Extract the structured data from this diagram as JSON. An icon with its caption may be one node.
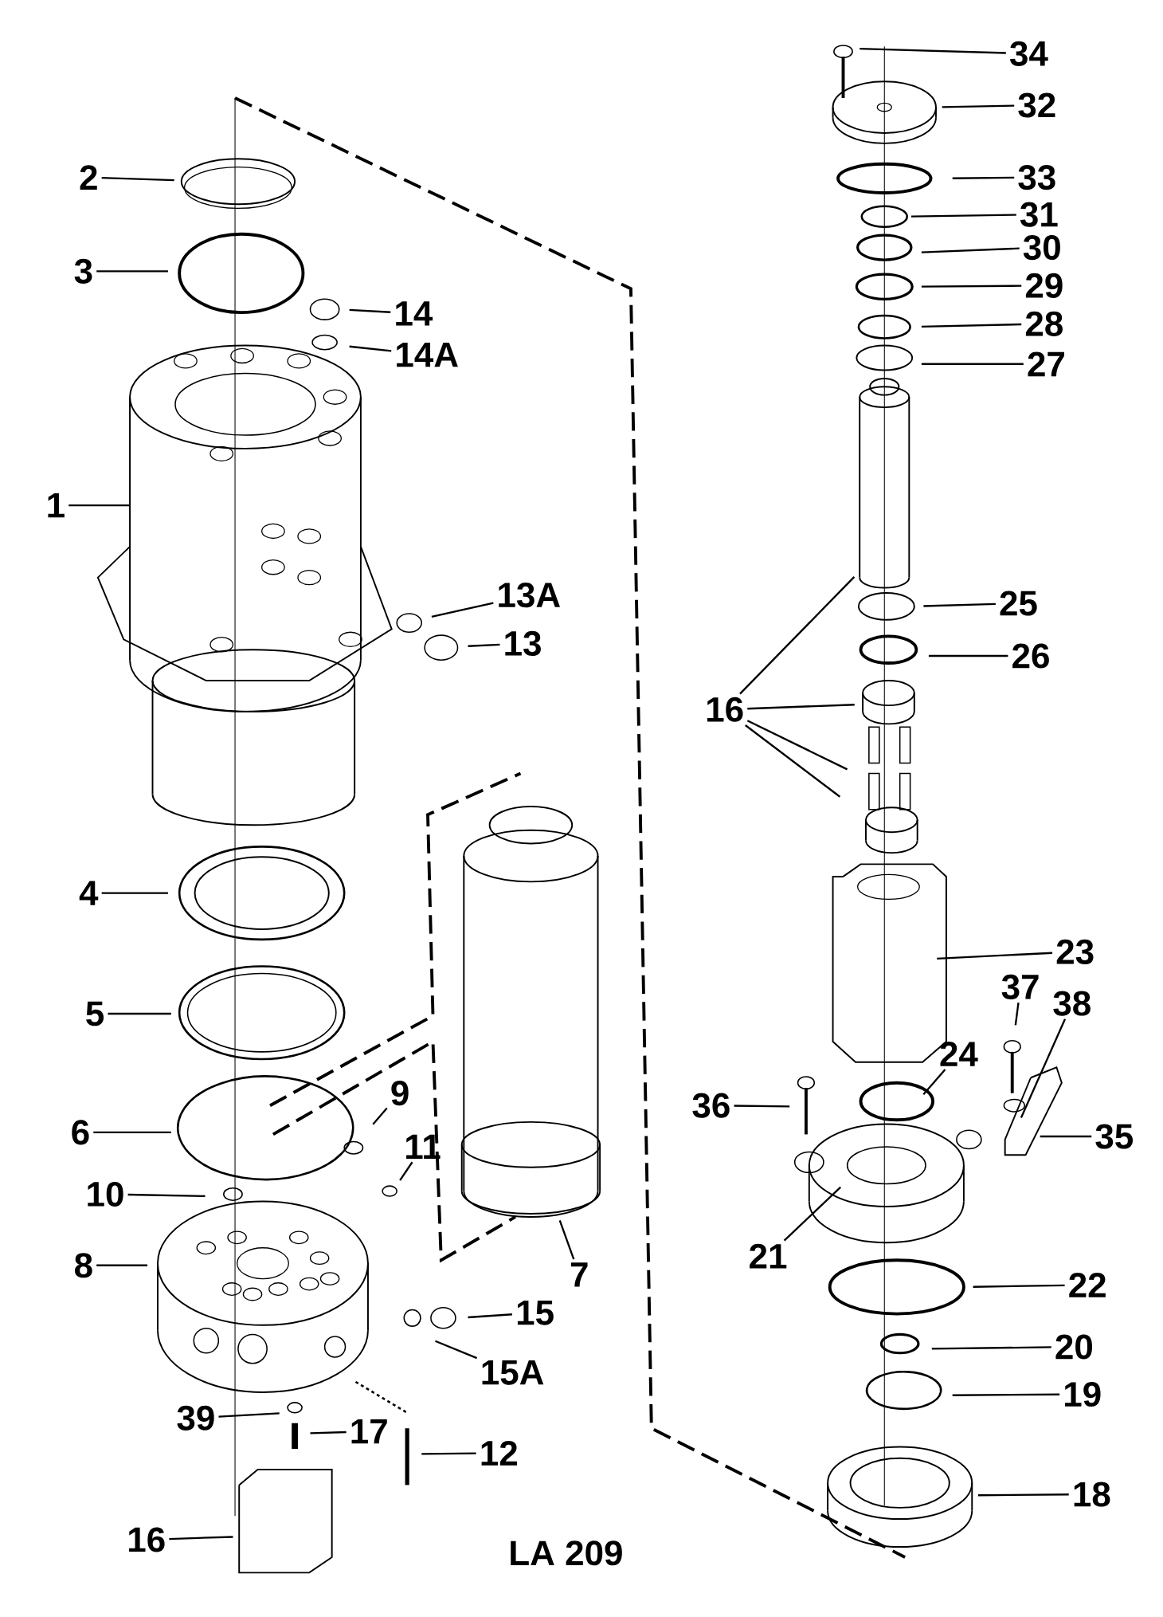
{
  "diagram": {
    "nodes": [
      {
        "text": [
          "34"
        ]
      },
      {
        "text": [
          "32"
        ]
      },
      {
        "text": [
          "2"
        ]
      },
      {
        "text": [
          "33"
        ]
      },
      {
        "text": [
          "31"
        ]
      },
      {
        "text": [
          "30"
        ]
      },
      {
        "text": [
          "3"
        ]
      },
      {
        "text": [
          "29"
        ]
      },
      {
        "text": [
          "14"
        ]
      },
      {
        "text": [
          "28"
        ]
      },
      {
        "text": [
          "14A"
        ]
      },
      {
        "text": [
          "27"
        ]
      },
      {
        "text": [
          "1"
        ]
      },
      {
        "text": [
          "13A"
        ]
      },
      {
        "text": [
          "25"
        ]
      },
      {
        "text": [
          "13"
        ]
      },
      {
        "text": [
          "26"
        ]
      },
      {
        "text": [
          "16"
        ]
      },
      {
        "text": [
          "4"
        ]
      },
      {
        "text": [
          "23"
        ]
      },
      {
        "text": [
          "37"
        ]
      },
      {
        "text": [
          "38"
        ]
      },
      {
        "text": [
          "5"
        ]
      },
      {
        "text": [
          "24"
        ]
      },
      {
        "text": [
          "9"
        ]
      },
      {
        "text": [
          "36"
        ]
      },
      {
        "text": [
          "6"
        ]
      },
      {
        "text": [
          "35"
        ]
      },
      {
        "text": [
          "11"
        ]
      },
      {
        "text": [
          "10"
        ]
      },
      {
        "text": [
          "8"
        ]
      },
      {
        "text": [
          "21"
        ]
      },
      {
        "text": [
          "7"
        ]
      },
      {
        "text": [
          "22"
        ]
      },
      {
        "text": [
          "15"
        ]
      },
      {
        "text": [
          "20"
        ]
      },
      {
        "text": [
          "15A"
        ]
      },
      {
        "text": [
          "19"
        ]
      },
      {
        "text": [
          "39"
        ]
      },
      {
        "text": [
          "17"
        ]
      },
      {
        "text": [
          "12"
        ]
      },
      {
        "text": [
          "18"
        ]
      },
      {
        "text": [
          "16"
        ]
      }
    ],
    "edges": [
      {
        "from": 0,
        "to": null,
        "arrow": "none"
      },
      {
        "from": 1,
        "to": null,
        "arrow": "none"
      },
      {
        "from": 2,
        "to": null,
        "arrow": "none"
      },
      {
        "from": 3,
        "to": null,
        "arrow": "none"
      },
      {
        "from": 4,
        "to": null,
        "arrow": "none"
      },
      {
        "from": 5,
        "to": null,
        "arrow": "none"
      },
      {
        "from": 6,
        "to": null,
        "arrow": "none"
      },
      {
        "from": 7,
        "to": null,
        "arrow": "none"
      },
      {
        "from": 8,
        "to": null,
        "arrow": "none"
      },
      {
        "from": 9,
        "to": null,
        "arrow": "none"
      },
      {
        "from": 10,
        "to": null,
        "arrow": "none"
      },
      {
        "from": 11,
        "to": null,
        "arrow": "none"
      },
      {
        "from": 12,
        "to": null,
        "arrow": "none"
      },
      {
        "from": 13,
        "to": null,
        "arrow": "none"
      },
      {
        "from": 14,
        "to": null,
        "arrow": "none"
      },
      {
        "from": 15,
        "to": null,
        "arrow": "none"
      },
      {
        "from": 16,
        "to": null,
        "arrow": "none"
      },
      {
        "from": 17,
        "to": null,
        "arrow": "none"
      },
      {
        "from": 17,
        "to": null,
        "arrow": "none"
      },
      {
        "from": 17,
        "to": null,
        "arrow": "none"
      },
      {
        "from": 17,
        "to": null,
        "arrow": "none"
      },
      {
        "from": 18,
        "to": null,
        "arrow": "none"
      },
      {
        "from": 19,
        "to": null,
        "arrow": "none"
      },
      {
        "from": 20,
        "to": null,
        "arrow": "none"
      },
      {
        "from": 21,
        "to": null,
        "arrow": "none"
      },
      {
        "from": 22,
        "to": null,
        "arrow": "none"
      },
      {
        "from": 23,
        "to": null,
        "arrow": "none"
      },
      {
        "from": 24,
        "to": null,
        "arrow": "none"
      },
      {
        "from": 25,
        "to": null,
        "arrow": "none"
      },
      {
        "from": 26,
        "to": null,
        "arrow": "none"
      },
      {
        "from": 27,
        "to": null,
        "arrow": "none"
      },
      {
        "from": 28,
        "to": null,
        "arrow": "none"
      },
      {
        "from": 29,
        "to": null,
        "arrow": "none"
      },
      {
        "from": 30,
        "to": null,
        "arrow": "none"
      },
      {
        "from": 31,
        "to": null,
        "arrow": "none"
      },
      {
        "from": 32,
        "to": null,
        "arrow": "none"
      },
      {
        "from": 33,
        "to": null,
        "arrow": "none"
      },
      {
        "from": 34,
        "to": null,
        "arrow": "none"
      },
      {
        "from": 35,
        "to": null,
        "arrow": "none"
      },
      {
        "from": 36,
        "to": null,
        "arrow": "none"
      },
      {
        "from": 37,
        "to": null,
        "arrow": "none"
      },
      {
        "from": 38,
        "to": null,
        "arrow": "none"
      },
      {
        "from": 39,
        "to": null,
        "arrow": "none"
      },
      {
        "from": 40,
        "to": null,
        "arrow": "none"
      },
      {
        "from": 41,
        "to": null,
        "arrow": "none"
      },
      {
        "from": 42,
        "to": null,
        "arrow": "none"
      }
    ],
    "labels": [
      "LA 209"
    ]
  }
}
